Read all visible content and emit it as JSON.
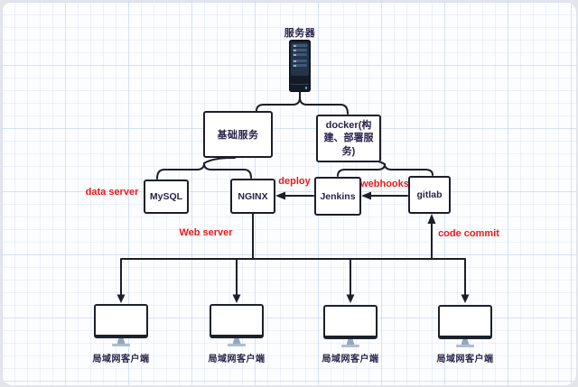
{
  "diagram": {
    "server": {
      "label": "服务器"
    },
    "boxes": {
      "base_service": {
        "label": "基础服务"
      },
      "docker": {
        "label": "docker(构建、部署服务)"
      },
      "mysql": {
        "label": "MySQL"
      },
      "nginx": {
        "label": "NGINX"
      },
      "jenkins": {
        "label": "Jenkins"
      },
      "gitlab": {
        "label": "gitlab"
      }
    },
    "edge_labels": {
      "data_server": "data server",
      "deploy": "deploy",
      "webhooks": "webhooks",
      "web_server": "Web server",
      "code_commit": "code commit"
    },
    "clients": [
      {
        "label": "局域网客户端"
      },
      {
        "label": "局域网客户端"
      },
      {
        "label": "局域网客户端"
      },
      {
        "label": "局域网客户端"
      }
    ],
    "colors": {
      "accent_red": "#e61b1b",
      "line": "#1e1e28",
      "box_border": "#1d1d2e",
      "text": "#29224a",
      "server_body": "#141b27",
      "server_panel": "#243449",
      "server_bar": "#3d5877",
      "monitor_stand": "#92a6bf",
      "canvas": "#fcfdff"
    }
  }
}
